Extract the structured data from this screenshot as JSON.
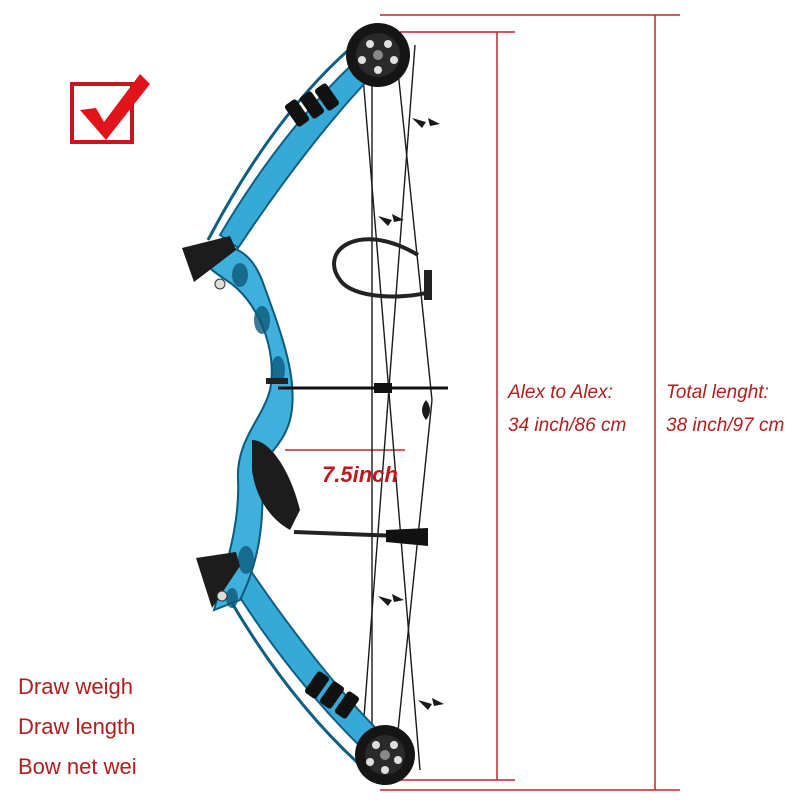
{
  "annotations": {
    "axle_to_axle_heading": "Alex to Alex:",
    "axle_to_axle_value": "34 inch/86 cm",
    "total_length_heading": "Total lenght:",
    "total_length_value": "38 inch/97 cm",
    "brace_height": "7.5inch"
  },
  "specs": {
    "draw_weight": "Draw weigh",
    "draw_length": "Draw length",
    "bow_net_weight": "Bow net wei"
  },
  "icons": {
    "checkmark": "checkmark-icon"
  },
  "colors": {
    "accent_red": "#c2181d",
    "bow_blue": "#36a9d6",
    "string_black": "#1a1a1a",
    "guide_red": "#c0272d"
  }
}
